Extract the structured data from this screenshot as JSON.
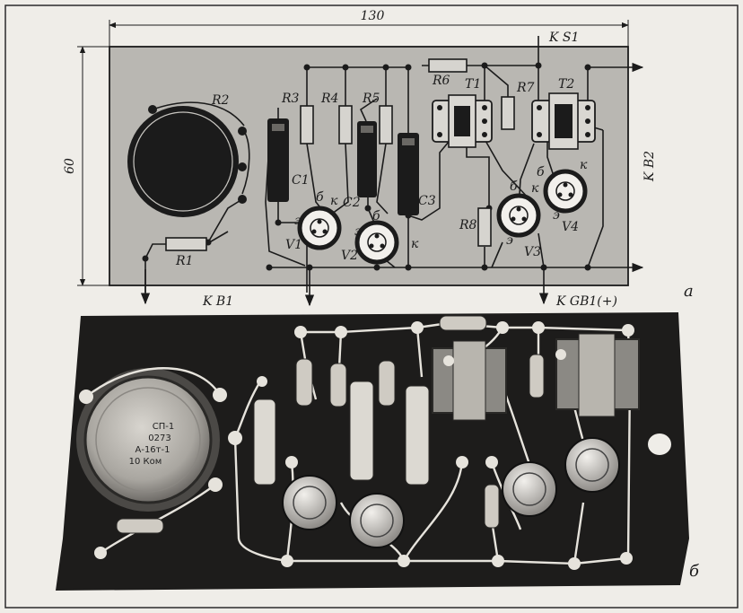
{
  "figure_a": {
    "label": "а",
    "dimension_width": "130",
    "dimension_height": "60",
    "components": {
      "r1": "R1",
      "r2": "R2",
      "r3": "R3",
      "r4": "R4",
      "r5": "R5",
      "r6": "R6",
      "r7": "R7",
      "r8": "R8",
      "c1": "C1",
      "c2": "C2",
      "c3": "C3",
      "v1": "V1",
      "v2": "V2",
      "v3": "V3",
      "v4": "V4",
      "t1": "T1",
      "t2": "T2"
    },
    "connections": {
      "ks1": "K S1",
      "kb1": "K B1",
      "kb2": "K B2",
      "kgb1": "K GB1(+)"
    },
    "pin_labels": {
      "base": "б",
      "collector": "к",
      "emitter": "э"
    }
  },
  "figure_b": {
    "label": "б",
    "capsule_lines": [
      "СП-1",
      "0273",
      "А-16т-1",
      "10 Ком"
    ]
  },
  "colors": {
    "board_a": "#b9b7b2",
    "board_b": "#1d1c1b",
    "ink": "#1b1b1b",
    "paper": "#efede8",
    "wire_photo": "#e6e3dc"
  }
}
